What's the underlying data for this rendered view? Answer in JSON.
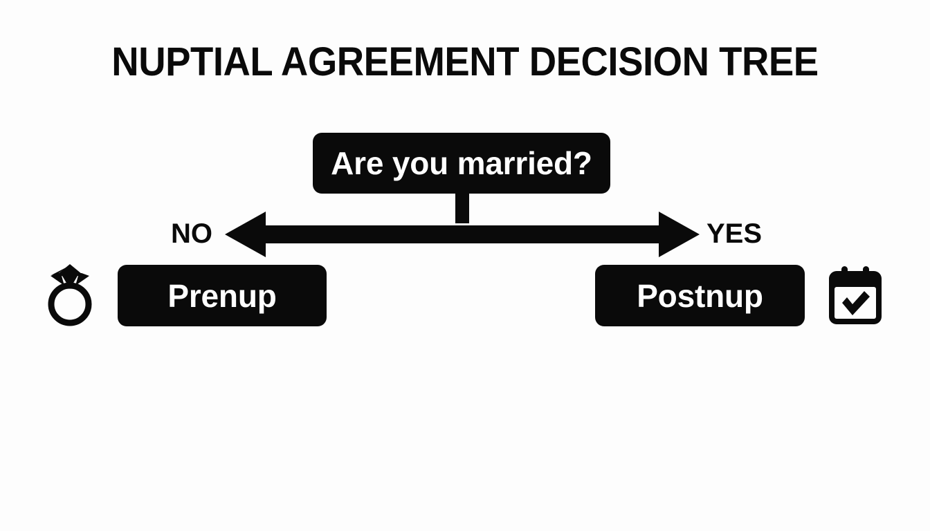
{
  "page": {
    "title": "NUPTIAL AGREEMENT DECISION TREE",
    "background_color": "#fdfdfd",
    "ink_color": "#0a0a0a",
    "text_on_node_color": "#ffffff"
  },
  "diagram": {
    "type": "decision-tree",
    "root": {
      "id": "question-married",
      "label": "Are you married?",
      "shape": "rounded-rectangle",
      "fill": "#0a0a0a",
      "text_color": "#ffffff"
    },
    "connector": {
      "kind": "double-headed-horizontal-arrow",
      "stem": "vertical-stub",
      "color": "#0a0a0a",
      "left_head": true,
      "right_head": true
    },
    "branches": [
      {
        "id": "branch-no",
        "label": "NO",
        "direction": "left",
        "outcome_id": "outcome-prenup"
      },
      {
        "id": "branch-yes",
        "label": "YES",
        "direction": "right",
        "outcome_id": "outcome-postnup"
      }
    ],
    "outcomes": [
      {
        "id": "outcome-prenup",
        "label": "Prenup",
        "shape": "rounded-rectangle",
        "fill": "#0a0a0a",
        "text_color": "#ffffff",
        "icon": "diamond-ring-icon",
        "icon_side": "left"
      },
      {
        "id": "outcome-postnup",
        "label": "Postnup",
        "shape": "rounded-rectangle",
        "fill": "#0a0a0a",
        "text_color": "#ffffff",
        "icon": "calendar-check-icon",
        "icon_side": "right"
      }
    ],
    "icons": {
      "ring": "diamond-ring-icon",
      "calendar": "calendar-check-icon"
    }
  }
}
